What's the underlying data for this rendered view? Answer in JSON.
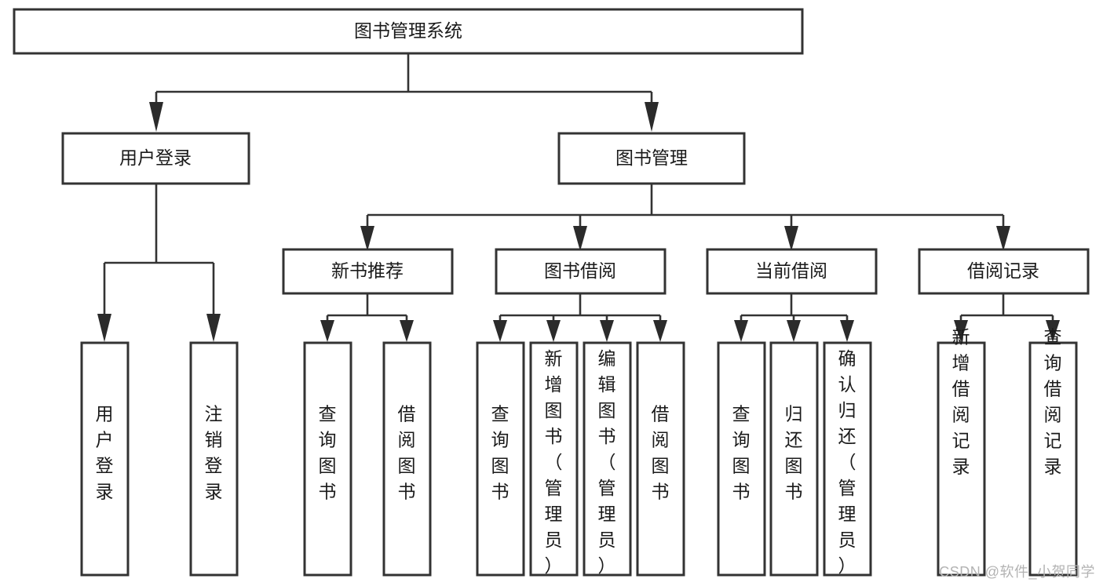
{
  "diagram": {
    "type": "tree-hierarchy",
    "title": "图书管理系统",
    "watermark": "CSDN @软件_小贺同学",
    "colors": {
      "stroke": "#333333",
      "fill": "#ffffff",
      "text": "#1a1a1a",
      "watermark": "#b3b3b3"
    },
    "levels": [
      {
        "level": 1,
        "nodes": [
          {
            "id": "root",
            "label": "图书管理系统",
            "orientation": "horizontal"
          }
        ]
      },
      {
        "level": 2,
        "nodes": [
          {
            "id": "user-login",
            "label": "用户登录",
            "orientation": "horizontal",
            "parent": "root"
          },
          {
            "id": "book-manage",
            "label": "图书管理",
            "orientation": "horizontal",
            "parent": "root"
          }
        ]
      },
      {
        "level": 3,
        "nodes": [
          {
            "id": "new-book-recommend",
            "label": "新书推荐",
            "orientation": "horizontal",
            "parent": "book-manage"
          },
          {
            "id": "book-borrow",
            "label": "图书借阅",
            "orientation": "horizontal",
            "parent": "book-manage"
          },
          {
            "id": "current-borrow",
            "label": "当前借阅",
            "orientation": "horizontal",
            "parent": "book-manage"
          },
          {
            "id": "borrow-record",
            "label": "借阅记录",
            "orientation": "horizontal",
            "parent": "book-manage"
          }
        ]
      },
      {
        "level": 4,
        "nodes": [
          {
            "id": "leaf-user-login",
            "label": "用户登录",
            "orientation": "vertical",
            "parent": "user-login"
          },
          {
            "id": "leaf-logout-login",
            "label": "注销登录",
            "orientation": "vertical",
            "parent": "user-login"
          },
          {
            "id": "leaf-query-book-1",
            "label": "查询图书",
            "orientation": "vertical",
            "parent": "new-book-recommend"
          },
          {
            "id": "leaf-borrow-book-1",
            "label": "借阅图书",
            "orientation": "vertical",
            "parent": "new-book-recommend"
          },
          {
            "id": "leaf-query-book-2",
            "label": "查询图书",
            "orientation": "vertical",
            "parent": "book-borrow"
          },
          {
            "id": "leaf-add-book",
            "label": "新增图书（管理员）",
            "orientation": "vertical",
            "parent": "book-borrow"
          },
          {
            "id": "leaf-edit-book",
            "label": "编辑图书（管理员）",
            "orientation": "vertical",
            "parent": "book-borrow"
          },
          {
            "id": "leaf-borrow-book-2",
            "label": "借阅图书",
            "orientation": "vertical",
            "parent": "book-borrow"
          },
          {
            "id": "leaf-query-book-3",
            "label": "查询图书",
            "orientation": "vertical",
            "parent": "current-borrow"
          },
          {
            "id": "leaf-return-book",
            "label": "归还图书",
            "orientation": "vertical",
            "parent": "current-borrow"
          },
          {
            "id": "leaf-confirm-return",
            "label": "确认归还（管理员）",
            "orientation": "vertical",
            "parent": "current-borrow"
          },
          {
            "id": "leaf-add-record",
            "label": "新增借阅记录",
            "orientation": "vertical",
            "parent": "borrow-record"
          },
          {
            "id": "leaf-query-record",
            "label": "查询借阅记录",
            "orientation": "vertical",
            "parent": "borrow-record"
          }
        ]
      }
    ]
  }
}
